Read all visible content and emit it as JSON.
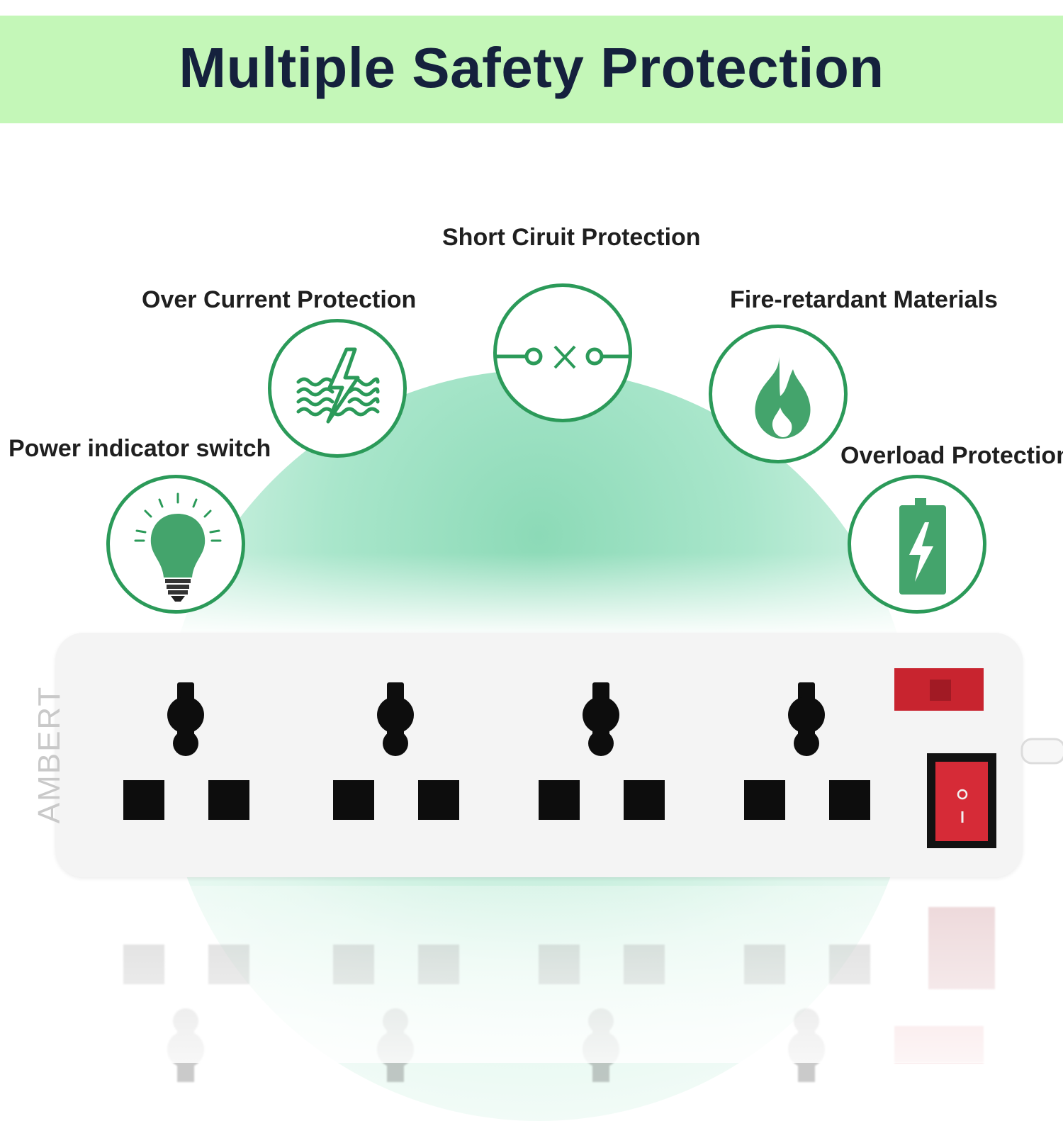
{
  "header": {
    "title": "Multiple Safety Protection"
  },
  "features": {
    "short_circuit": "Short Ciruit Protection",
    "over_current": "Over Current Protection",
    "fire_retardant": "Fire-retardant Materials",
    "power_indicator": "Power indicator switch",
    "overload": "Overload Protection"
  },
  "icons": {
    "short_circuit": "open-switch-icon",
    "over_current": "lightning-waves-icon",
    "fire_retardant": "flame-icon",
    "power_indicator": "light-bulb-icon",
    "overload": "battery-bolt-icon"
  },
  "product": {
    "brand": "AMBERT",
    "outlet_count": 4
  },
  "colors": {
    "banner": "#c4f7b8",
    "title": "#15213d",
    "icon_green": "#2b9a59",
    "switch_red": "#c8242f"
  }
}
